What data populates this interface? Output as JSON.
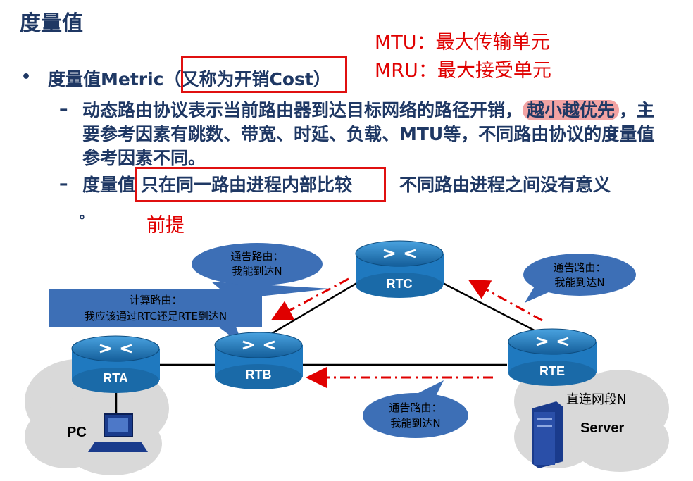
{
  "title": "度量值",
  "notes": {
    "mtu": "MTU：最大传输单元",
    "mru": "MRU：最大接受单元",
    "premise": "前提"
  },
  "bullet": {
    "label": "度量值Metric（又称为开销Cost）"
  },
  "sub1": {
    "part1": "动态路由协议表示当前路由器到达目标网络的路径开销，",
    "highlight": "越小越优先",
    "part2": "，主要参考因素有跳数、带宽、时延、负载、MTU等，不同路由协议的度量值参考因素不同。"
  },
  "sub2": {
    "prefix": "度量值",
    "boxed": "只在同一路由进程内部比较",
    "suffix": "不同路由进程之间没有意义",
    "tail": "。"
  },
  "diagram": {
    "routers": {
      "rtc": "RTC",
      "rta": "RTA",
      "rtb": "RTB",
      "rte": "RTE"
    },
    "callouts": {
      "rtc_left": [
        "通告路由：",
        "我能到达N"
      ],
      "rte_upper": [
        "通告路由：",
        "我能到达N"
      ],
      "rtb_calc": [
        "计算路由：",
        "我应该通过RTC还是RTE到达N"
      ],
      "bottom": [
        "通告路由：",
        "我能到达N"
      ]
    },
    "labels": {
      "pc": "PC",
      "server": "Server",
      "direct_segment": "直连网段N"
    }
  },
  "colors": {
    "heading": "#1f3864",
    "note_red": "#e00000",
    "callout_blue": "#3d6fb6",
    "router_blue": "#1f79bf",
    "highlight_pink": "#f2a3a3",
    "arrow_red": "#e00000",
    "cloud_gray": "#d9d9d9"
  }
}
